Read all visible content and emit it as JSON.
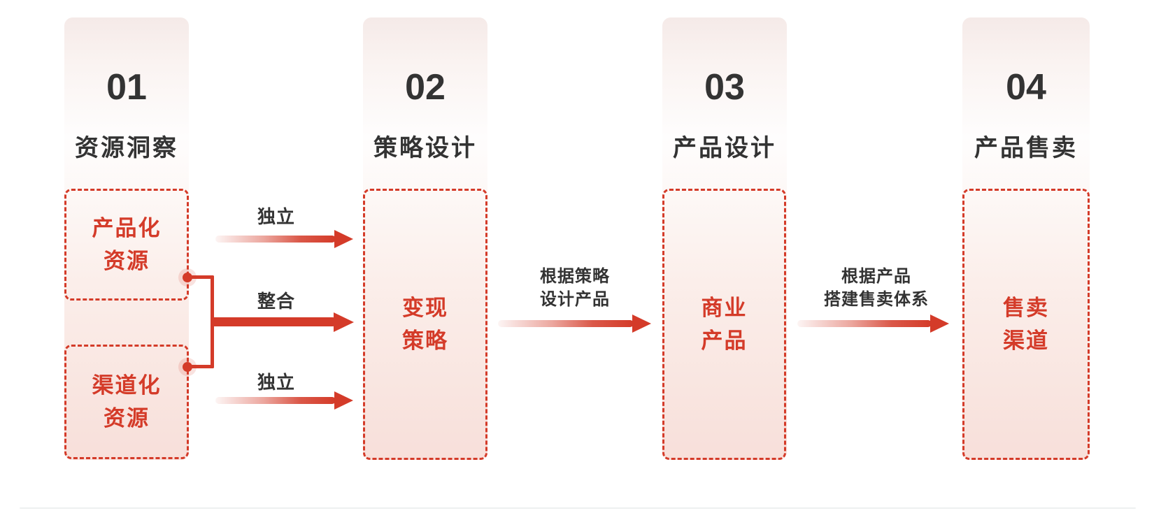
{
  "colors": {
    "accent": "#d43b29",
    "heading_text": "#333333",
    "strip_pink_top": "#f5eae8",
    "strip_pink_bottom": "#f8dfda",
    "divider": "#eef0f0",
    "background": "#ffffff"
  },
  "steps": [
    {
      "number": "01",
      "title": "资源洞察"
    },
    {
      "number": "02",
      "title": "策略设计"
    },
    {
      "number": "03",
      "title": "产品设计"
    },
    {
      "number": "04",
      "title": "产品售卖"
    }
  ],
  "boxes": {
    "productized_resource": {
      "line1": "产品化",
      "line2": "资源"
    },
    "channelized_resource": {
      "line1": "渠道化",
      "line2": "资源"
    },
    "monetization_strategy": {
      "line1": "变现",
      "line2": "策略"
    },
    "commercial_product": {
      "line1": "商业",
      "line2": "产品"
    },
    "sales_channel": {
      "line1": "售卖",
      "line2": "渠道"
    }
  },
  "connectors": {
    "independent_top": {
      "label": "独立"
    },
    "integrate": {
      "label": "整合"
    },
    "independent_bottom": {
      "label": "独立"
    },
    "strategy_to_product": {
      "line1": "根据策略",
      "line2": "设计产品"
    },
    "product_to_sales": {
      "line1": "根据产品",
      "line2": "搭建售卖体系"
    }
  }
}
